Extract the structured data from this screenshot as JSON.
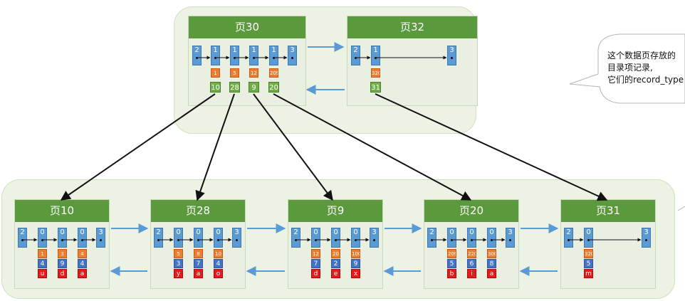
{
  "colors": {
    "page_header": "#5a9a3c",
    "group_bg": "#edf3e4",
    "record_header": "#5b9bd5",
    "key": "#ed7d31",
    "column": "#4472c4",
    "value": "#e8181b",
    "page_no": "#70ad47"
  },
  "top_pages": [
    {
      "id": "30",
      "title": "页30",
      "records": [
        {
          "type": "2"
        },
        {
          "type": "1",
          "key": "1",
          "page": "10"
        },
        {
          "type": "1",
          "key": "5",
          "page": "28"
        },
        {
          "type": "1",
          "key": "12",
          "page": "9"
        },
        {
          "type": "1",
          "key": "209",
          "page": "20"
        },
        {
          "type": "3"
        }
      ]
    },
    {
      "id": "32",
      "title": "页32",
      "records": [
        {
          "type": "2"
        },
        {
          "type": "1",
          "key": "320",
          "page": "31"
        },
        {
          "type": "3"
        }
      ]
    }
  ],
  "leaf_pages": [
    {
      "id": "10",
      "title": "页10",
      "records": [
        {
          "type": "2"
        },
        {
          "type": "0",
          "c1": "1",
          "c2": "4",
          "c3": "u"
        },
        {
          "type": "0",
          "c1": "3",
          "c2": "9",
          "c3": "d"
        },
        {
          "type": "0",
          "c1": "4",
          "c2": "4",
          "c3": "a"
        },
        {
          "type": "3"
        }
      ]
    },
    {
      "id": "28",
      "title": "页28",
      "records": [
        {
          "type": "2"
        },
        {
          "type": "0",
          "c1": "5",
          "c2": "3",
          "c3": "y"
        },
        {
          "type": "0",
          "c1": "8",
          "c2": "7",
          "c3": "a"
        },
        {
          "type": "0",
          "c1": "10",
          "c2": "4",
          "c3": "o"
        },
        {
          "type": "3"
        }
      ]
    },
    {
      "id": "9",
      "title": "页9",
      "records": [
        {
          "type": "2"
        },
        {
          "type": "0",
          "c1": "12",
          "c2": "7",
          "c3": "d"
        },
        {
          "type": "0",
          "c1": "20",
          "c2": "2",
          "c3": "e"
        },
        {
          "type": "0",
          "c1": "100",
          "c2": "9",
          "c3": "x"
        },
        {
          "type": "3"
        }
      ]
    },
    {
      "id": "20",
      "title": "页20",
      "records": [
        {
          "type": "2"
        },
        {
          "type": "0",
          "c1": "209",
          "c2": "5",
          "c3": "b"
        },
        {
          "type": "0",
          "c1": "220",
          "c2": "6",
          "c3": "i"
        },
        {
          "type": "0",
          "c1": "300",
          "c2": "8",
          "c3": "a"
        },
        {
          "type": "3"
        }
      ]
    },
    {
      "id": "31",
      "title": "页31",
      "records": [
        {
          "type": "2"
        },
        {
          "type": "0",
          "c1": "320",
          "c2": "5",
          "c3": "m"
        },
        {
          "type": "3"
        }
      ]
    }
  ],
  "callout": {
    "lines": [
      "这个数据页存放的",
      "目录项记录,",
      "它们的record_type"
    ]
  }
}
